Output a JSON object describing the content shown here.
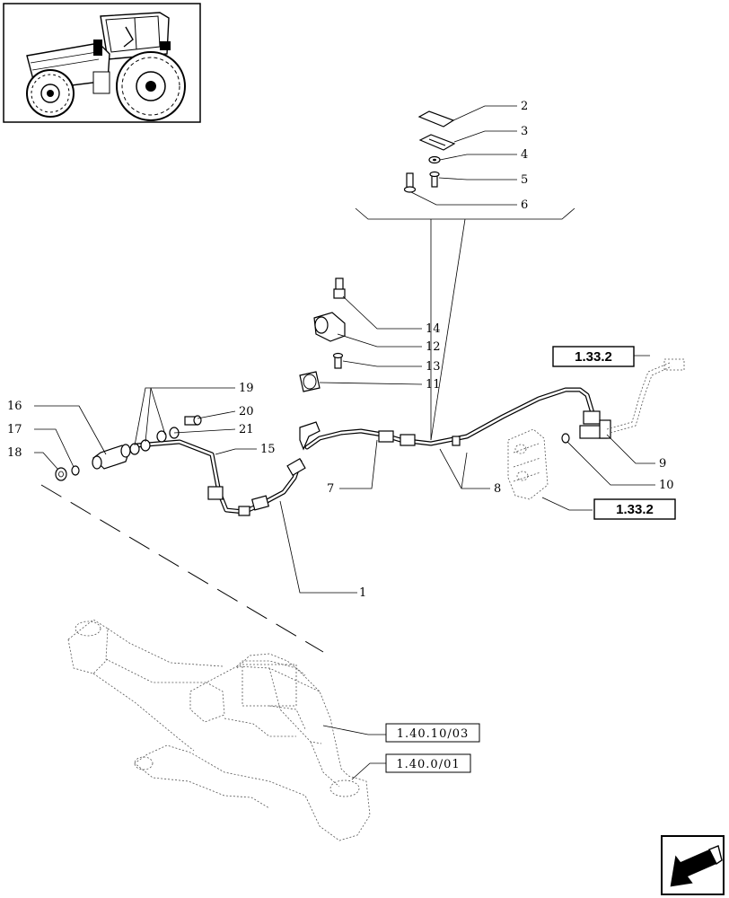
{
  "callouts": {
    "c1": "1",
    "c2": "2",
    "c3": "3",
    "c4": "4",
    "c5": "5",
    "c6": "6",
    "c7": "7",
    "c8": "8",
    "c9": "9",
    "c10": "10",
    "c11": "11",
    "c12": "12",
    "c13": "13",
    "c14": "14",
    "c15": "15",
    "c16": "16",
    "c17": "17",
    "c18": "18",
    "c19": "19",
    "c20": "20",
    "c21": "21"
  },
  "references": {
    "ref_top": "1.33.2",
    "ref_mid": "1.33.2",
    "ref_axle_housing": "1.40.10/03",
    "ref_axle": "1.40.0/01"
  },
  "icons": {
    "thumbnail": "tractor-thumbnail-icon",
    "navigation": "back-arrow-icon"
  }
}
